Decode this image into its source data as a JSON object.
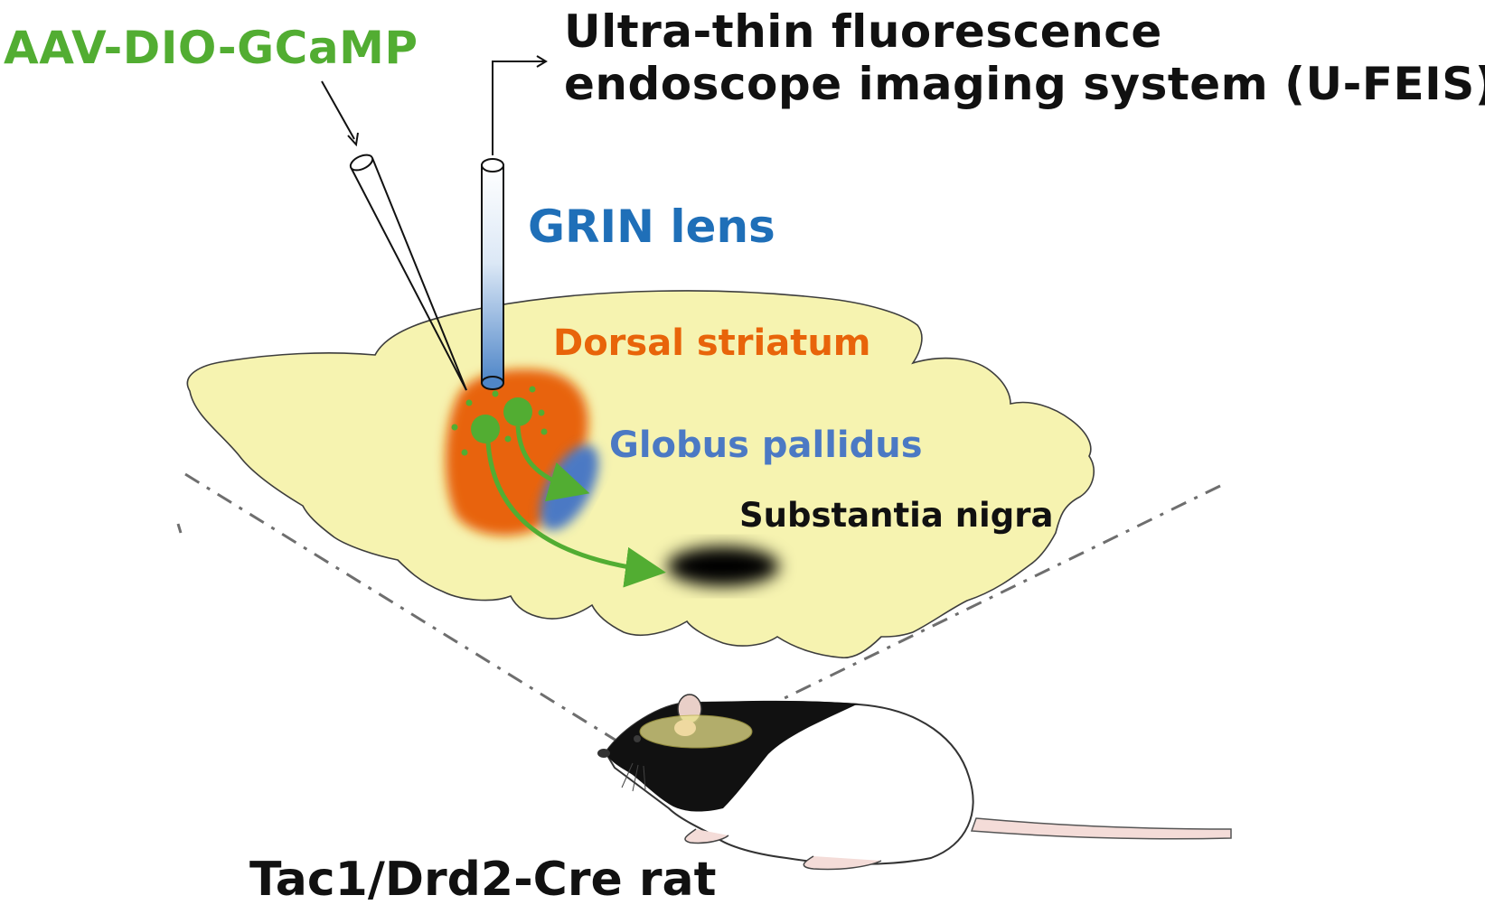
{
  "labels": {
    "virus": "AAV-DIO-GCaMP",
    "imaging_system_line1": "Ultra-thin fluorescence",
    "imaging_system_line2": "endoscope imaging system (U-FEIS)",
    "lens": "GRIN lens",
    "dorsal_striatum": "Dorsal striatum",
    "globus_pallidus": "Globus pallidus",
    "substantia_nigra": "Substantia nigra",
    "animal": "Tac1/Drd2-Cre rat"
  },
  "colors": {
    "virus": "#52ad32",
    "lens": "#1f6fb8",
    "dorsal_striatum": "#e8640a",
    "globus_pallidus": "#4b79c4",
    "substantia_nigra": "#000000",
    "brain": "#f6f3b0",
    "neuron": "#52ad32"
  },
  "icons": {
    "injection_pipette": "pipette-icon",
    "grin_lens": "lens-icon",
    "rat": "rat-icon"
  }
}
